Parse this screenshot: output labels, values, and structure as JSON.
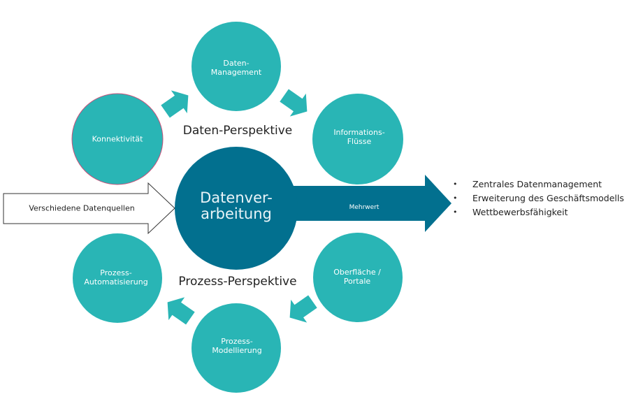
{
  "colors": {
    "teal": "#29b5b5",
    "center": "#02708f",
    "konnektivitaet_border": "#c8507a",
    "text_dark": "#222222"
  },
  "nodes": {
    "daten_management": "Daten-\nManagement",
    "konnektivitaet": "Konnektivität",
    "informations_fluesse": "Informations-\nFlüsse",
    "oberflaeche_portale": "Oberfläche /\nPortale",
    "prozess_modellierung": "Prozess-\nModellierung",
    "prozess_automatisierung": "Prozess-\nAutomatisierung"
  },
  "center": {
    "label": "Datenver-\narbeitung"
  },
  "perspectives": {
    "daten": "Daten-Perspektive",
    "prozess": "Prozess-Perspektive"
  },
  "input_arrow": {
    "label": "Verschiedene Datenquellen"
  },
  "output_arrow": {
    "label": "Mehrwert"
  },
  "benefits": [
    "Zentrales Datenmanagement",
    "Erweiterung des Geschäftsmodells",
    "Wettbewerbsfähigkeit"
  ]
}
